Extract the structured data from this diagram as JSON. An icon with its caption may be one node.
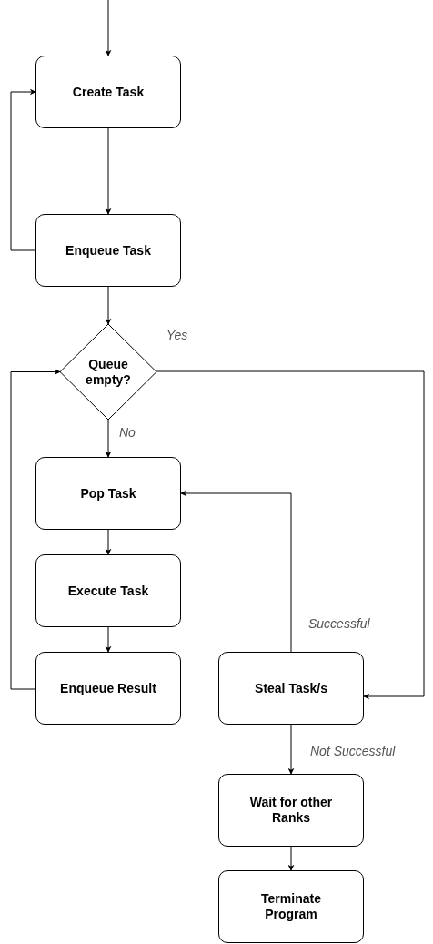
{
  "diagram": {
    "nodes": [
      {
        "text": [
          "Create Task"
        ]
      },
      {
        "text": [
          "Enqueue Task"
        ]
      },
      {
        "text": [
          "Queue empty?"
        ]
      },
      {
        "text": [
          "Pop Task"
        ]
      },
      {
        "text": [
          "Execute Task"
        ]
      },
      {
        "text": [
          "Enqueue Result"
        ]
      },
      {
        "text": [
          "Steal Task/s"
        ]
      },
      {
        "text": [
          "Wait for other Ranks"
        ]
      },
      {
        "text": [
          "Terminate Program"
        ]
      }
    ],
    "edges": [
      {
        "from": null,
        "to": 0,
        "arrow": "to"
      },
      {
        "from": 0,
        "to": 1,
        "arrow": "to"
      },
      {
        "from": 1,
        "to": 0,
        "arrow": "to"
      },
      {
        "from": 1,
        "to": 2,
        "arrow": "to"
      },
      {
        "from": 2,
        "to": 6,
        "arrow": "to",
        "label": "Yes"
      },
      {
        "from": 2,
        "to": 3,
        "arrow": "to",
        "label": "No"
      },
      {
        "from": 3,
        "to": 4,
        "arrow": "to"
      },
      {
        "from": 4,
        "to": 5,
        "arrow": "to"
      },
      {
        "from": 5,
        "to": 2,
        "arrow": "to"
      },
      {
        "from": 6,
        "to": 3,
        "arrow": "to",
        "label": "Successful"
      },
      {
        "from": 6,
        "to": 7,
        "arrow": "to",
        "label": "Not Successful"
      },
      {
        "from": 7,
        "to": 8,
        "arrow": "to"
      }
    ]
  }
}
